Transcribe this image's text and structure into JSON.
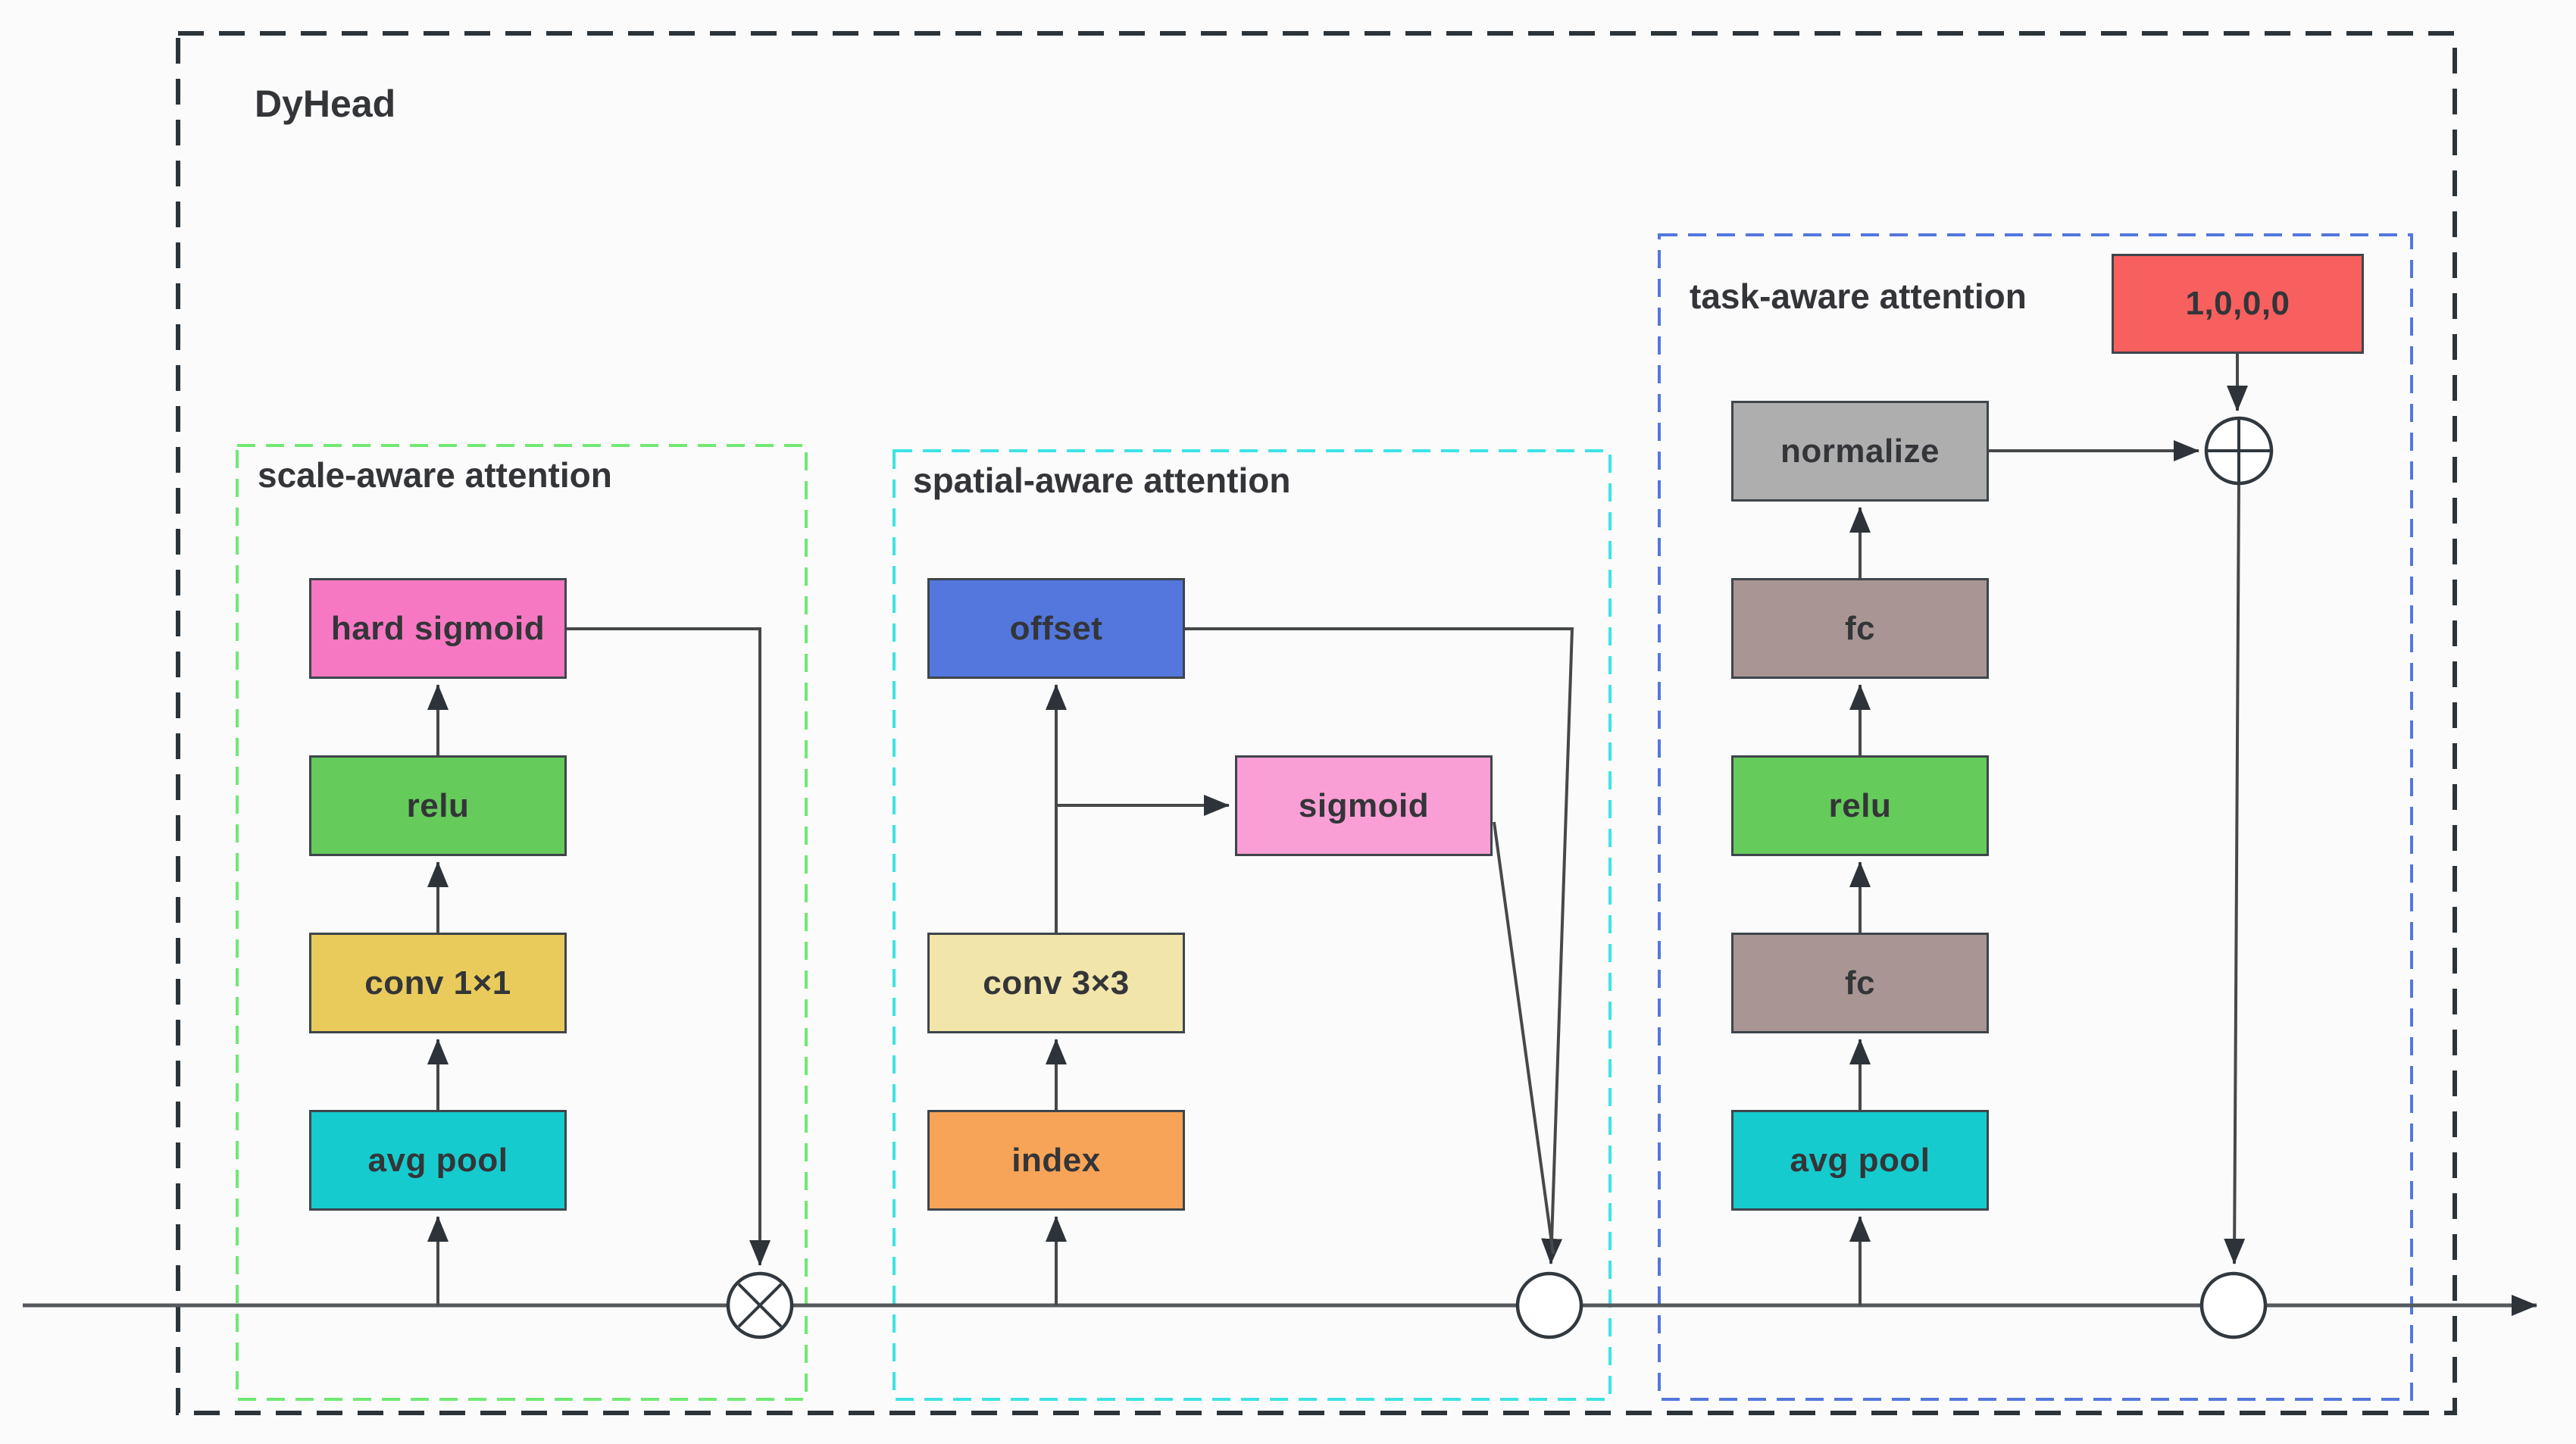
{
  "title": "DyHead",
  "sections": [
    {
      "id": "scale",
      "label": "scale-aware attention"
    },
    {
      "id": "spatial",
      "label": "spatial-aware attention"
    },
    {
      "id": "task",
      "label": "task-aware attention"
    }
  ],
  "blocks": {
    "hard_sigmoid": {
      "label": "hard sigmoid",
      "color": "#F778C2"
    },
    "relu_scale": {
      "label": "relu",
      "color": "#65CB5B"
    },
    "conv1x1": {
      "label": "conv 1×1",
      "color": "#E9CB5C"
    },
    "avg_pool_scale": {
      "label": "avg pool",
      "color": "#16CBCE"
    },
    "offset": {
      "label": "offset",
      "color": "#5377DD"
    },
    "sigmoid": {
      "label": "sigmoid",
      "color": "#F99FD5"
    },
    "conv3x3": {
      "label": "conv 3×3",
      "color": "#F2E5AA"
    },
    "index": {
      "label": "index",
      "color": "#F8A458"
    },
    "normalize": {
      "label": "normalize",
      "color": "#AEAEAE"
    },
    "fc_upper": {
      "label": "fc",
      "color": "#A99694"
    },
    "relu_task": {
      "label": "relu",
      "color": "#65CB5B"
    },
    "fc_lower": {
      "label": "fc",
      "color": "#A99694"
    },
    "avg_pool_task": {
      "label": "avg pool",
      "color": "#16CBCE"
    },
    "one_hot": {
      "label": "1,0,0,0",
      "color": "#F7605E"
    }
  },
  "operators": [
    {
      "name": "multiply-node",
      "symbol": "⊗"
    },
    {
      "name": "junction-node",
      "symbol": "○"
    },
    {
      "name": "add-node",
      "symbol": "⊕"
    },
    {
      "name": "output-junction-node",
      "symbol": "○"
    }
  ],
  "colors": {
    "outer_border": "#2C343A",
    "scale_border": "#70E873",
    "spatial_border": "#3DE3E3",
    "task_border": "#5377DD",
    "connector": "#46484A",
    "main_line": "#55585C",
    "block_border": "#3E454B",
    "text": "#333538"
  }
}
